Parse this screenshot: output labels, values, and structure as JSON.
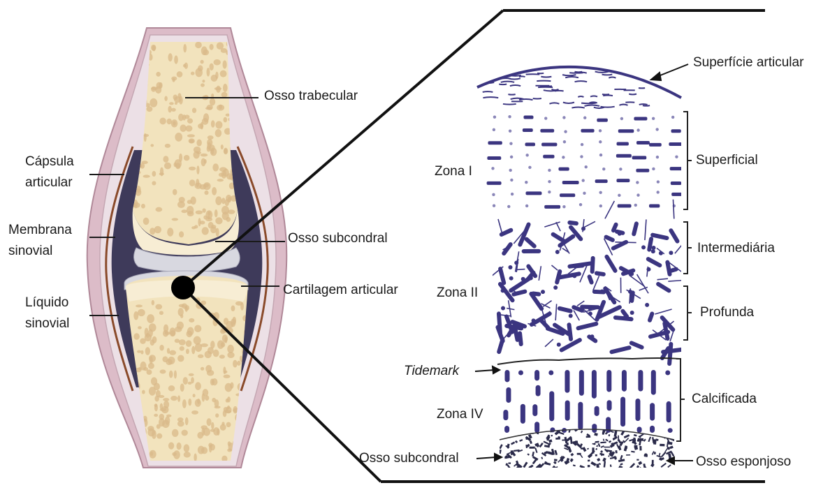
{
  "joint_labels": {
    "trabecular_bone": "Osso trabecular",
    "joint_capsule": [
      "Cápsula",
      "articular"
    ],
    "synovial_membrane": [
      "Membrana",
      "sinovial"
    ],
    "subchondral_bone": "Osso subcondral",
    "articular_cartilage": "Cartilagem articular",
    "synovial_fluid": [
      "Líquido",
      "sinovial"
    ]
  },
  "zone_labels": {
    "zone_1": "Zona I",
    "zone_2": "Zona II",
    "zone_4": "Zona IV",
    "tidemark": "Tidemark"
  },
  "layer_labels": {
    "articular_surface": "Superfície articular",
    "superficial": "Superficial",
    "intermediate": "Intermediária",
    "deep": "Profunda",
    "calcified": "Calcificada",
    "subchondral_bone": "Osso subcondral",
    "spongy_bone": "Osso esponjoso"
  },
  "colors": {
    "bone": "#f2e3bd",
    "trabecular_pores": "#d9b98a",
    "synovial_fluid": "#3e3a5a",
    "capsule": "#d9b8c4",
    "cartilage": "#d8d8e0",
    "cells": "#3b3580"
  }
}
